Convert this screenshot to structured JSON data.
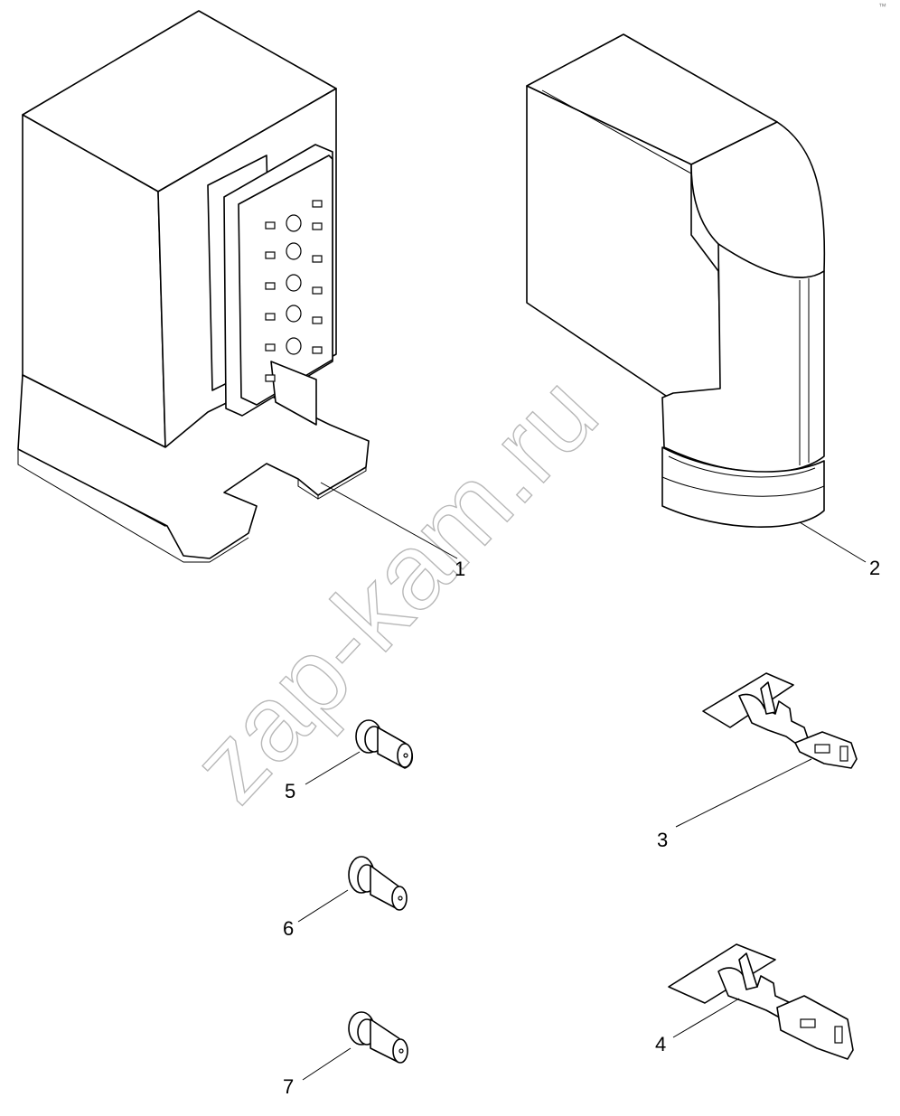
{
  "watermark": "zap-kam.ru",
  "corner_mark": "™",
  "callouts": {
    "c1": "1",
    "c2": "2",
    "c3": "3",
    "c4": "4",
    "c5": "5",
    "c6": "6",
    "c7": "7"
  },
  "connector_face": {
    "round_holes": 5,
    "square_contacts": 12
  }
}
